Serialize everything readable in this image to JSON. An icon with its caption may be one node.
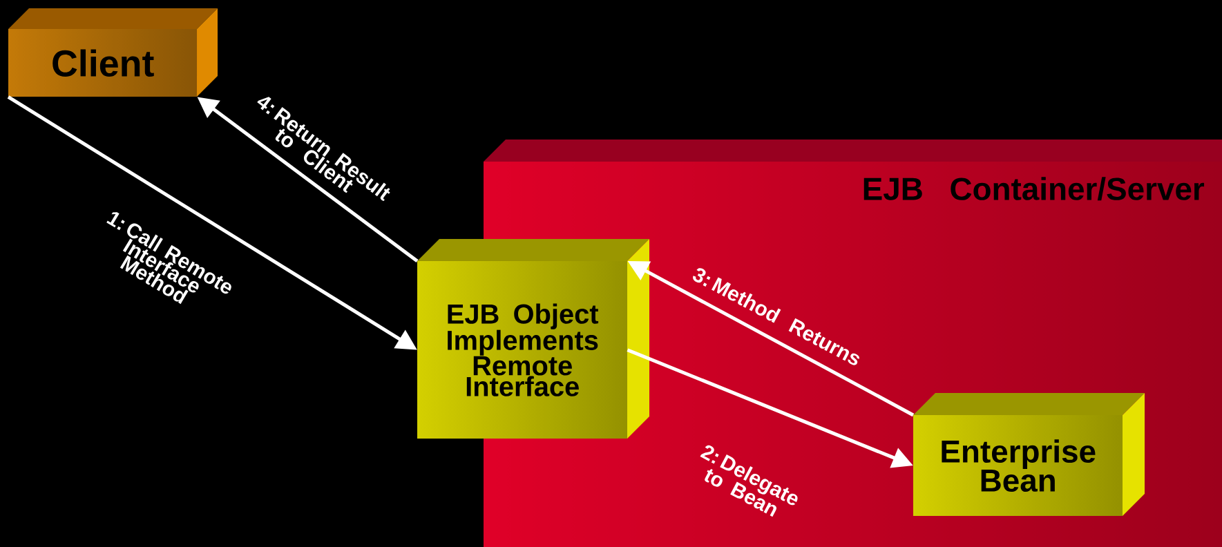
{
  "diagram": {
    "nodes": [
      {
        "text": [
          "Client"
        ]
      },
      {
        "text": [
          "EJB Container/Server"
        ]
      },
      {
        "text": [
          "EJB Object Implements Remote Interface"
        ]
      },
      {
        "text": [
          "Enterprise Bean"
        ],
        "in": 1
      }
    ],
    "edges": [
      {
        "from": 0,
        "to": 2,
        "arrow": "to",
        "label": "1: Call Remote Interface Method"
      },
      {
        "from": 2,
        "to": 3,
        "arrow": "to",
        "label": "2: Delegate to Bean"
      },
      {
        "from": 3,
        "to": 2,
        "arrow": "to",
        "label": "3: Method Returns"
      },
      {
        "from": 2,
        "to": 0,
        "arrow": "to",
        "label": "4: Return Result to Client"
      }
    ]
  }
}
